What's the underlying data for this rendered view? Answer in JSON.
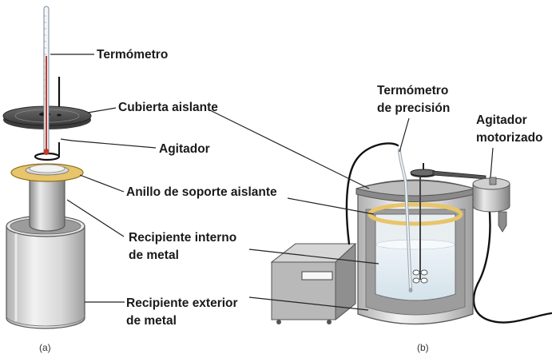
{
  "labels": {
    "termometro": "Termómetro",
    "cubierta": "Cubierta aislante",
    "agitador": "Agitador",
    "anillo": "Anillo de soporte aislante",
    "interno_1": "Recipiente interno",
    "interno_2": "de metal",
    "exterior_1": "Recipiente exterior",
    "exterior_2": "de metal",
    "precision_1": "Termómetro",
    "precision_2": "de precisión",
    "motor_1": "Agitador",
    "motor_2": "motorizado"
  },
  "captions": {
    "a": "(a)",
    "b": "(b)"
  },
  "colors": {
    "metal_light": "#d6d6d6",
    "metal_mid": "#a9a9a9",
    "metal_dark": "#6e6e6e",
    "ring_gold": "#e8c56a",
    "thermometer_red": "#c0392b",
    "cable": "#111111",
    "leader": "#222222"
  }
}
